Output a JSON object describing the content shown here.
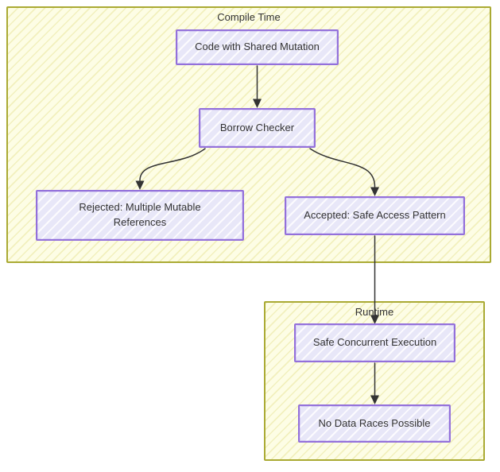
{
  "diagram_type": "flowchart",
  "colors": {
    "cluster_fill": "#fdfde5",
    "cluster_border": "#aaaa33",
    "node_fill": "#e8e7f8",
    "node_border": "#9370db",
    "edge": "#333333",
    "text": "#333333"
  },
  "clusters": [
    {
      "label": "Compile Time"
    },
    {
      "label": "Runtime"
    }
  ],
  "nodes": [
    {
      "label": "Code with Shared Mutation",
      "cluster": "Compile Time"
    },
    {
      "label": "Borrow Checker",
      "cluster": "Compile Time"
    },
    {
      "label": "Rejected: Multiple Mutable References",
      "cluster": "Compile Time"
    },
    {
      "label": "Accepted: Safe Access Pattern",
      "cluster": "Compile Time"
    },
    {
      "label": "Safe Concurrent Execution",
      "cluster": "Runtime"
    },
    {
      "label": "No Data Races Possible",
      "cluster": "Runtime"
    }
  ],
  "edges": [
    {
      "from": "Code with Shared Mutation",
      "to": "Borrow Checker"
    },
    {
      "from": "Borrow Checker",
      "to": "Rejected: Multiple Mutable References"
    },
    {
      "from": "Borrow Checker",
      "to": "Accepted: Safe Access Pattern"
    },
    {
      "from": "Accepted: Safe Access Pattern",
      "to": "Safe Concurrent Execution"
    },
    {
      "from": "Safe Concurrent Execution",
      "to": "No Data Races Possible"
    }
  ]
}
